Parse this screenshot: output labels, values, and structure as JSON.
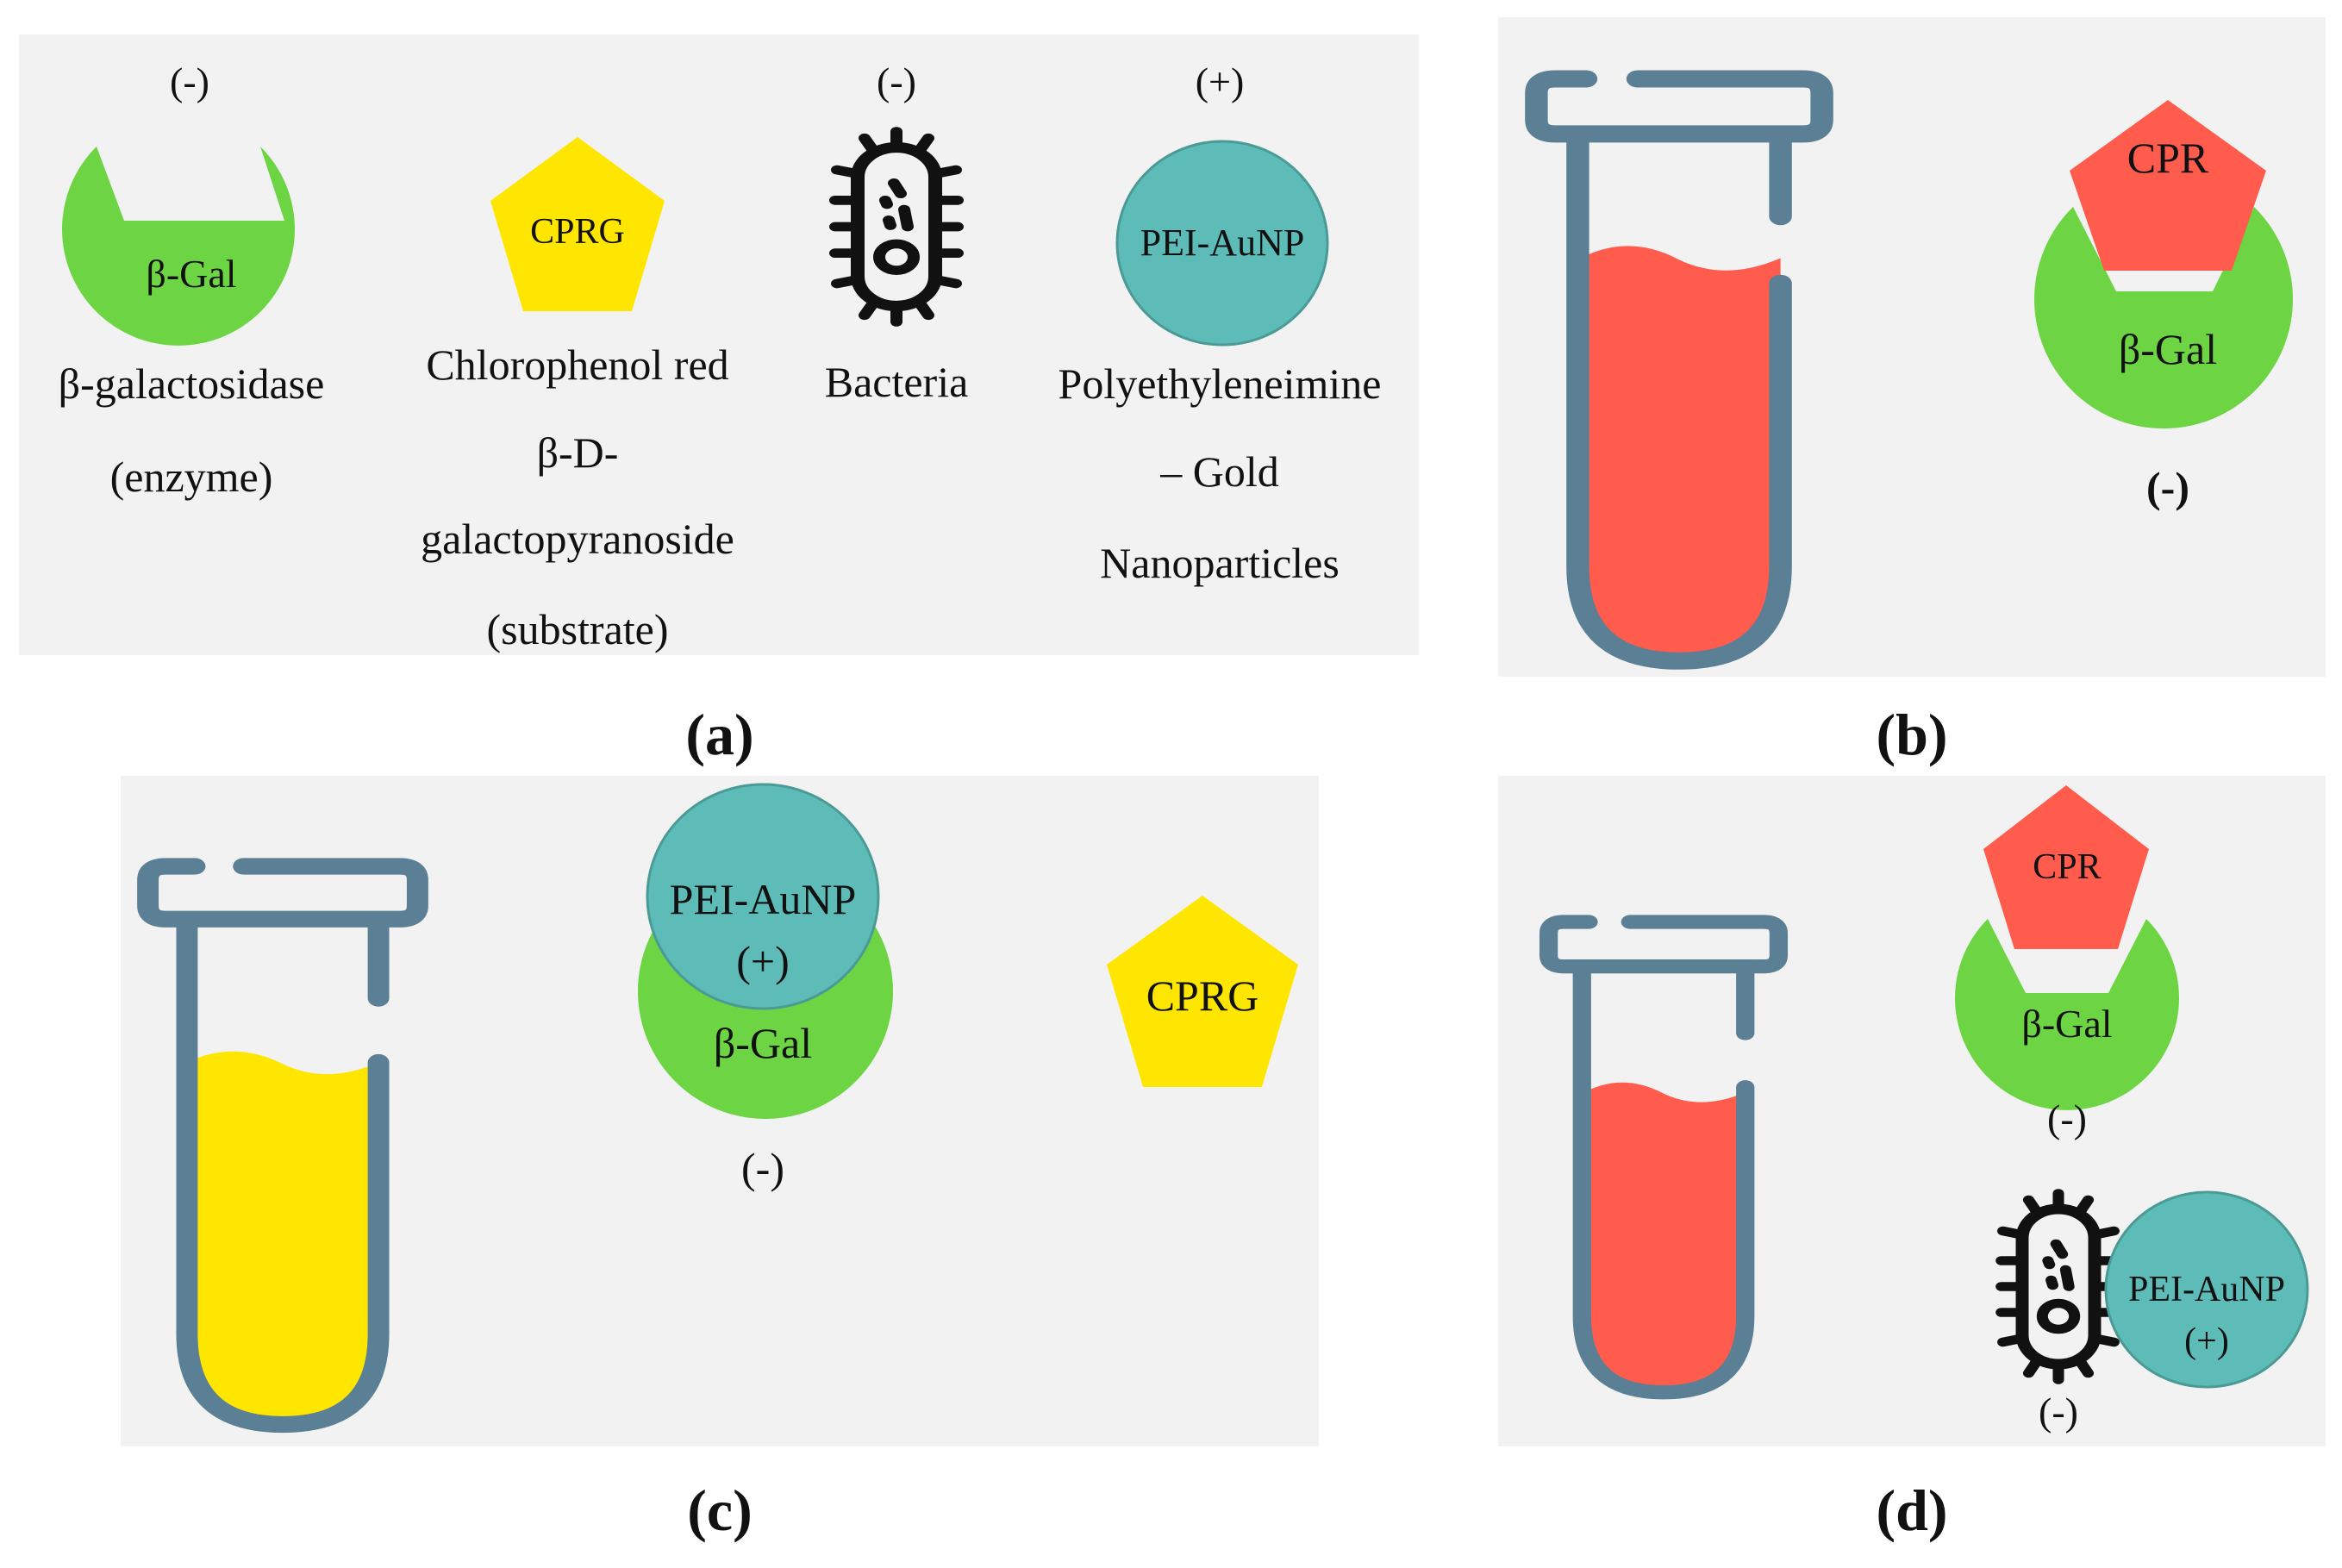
{
  "colors": {
    "panel_bg": "#f2f2f2",
    "enzyme_green": "#6dd443",
    "substrate_yellow": "#ffe600",
    "product_red": "#ff5c4d",
    "nanoparticle_teal": "#5ebcb8",
    "tube_outline": "#5b7f94",
    "bacteria_black": "#111111"
  },
  "icons": {
    "tube": "test-tube-icon",
    "bacteria": "bacteria-icon"
  },
  "panel_a": {
    "caption": "(a)",
    "enzyme": {
      "charge": "(-)",
      "shape_label": "β-Gal",
      "name_line1": "β-galactosidase",
      "name_line2": "(enzyme)"
    },
    "substrate": {
      "shape_label": "CPRG",
      "name_line1": "Chlorophenol red",
      "name_line2": "β-D-",
      "name_line3": "galactopyranoside",
      "name_line4": "(substrate)"
    },
    "bacteria": {
      "charge": "(-)",
      "name": "Bacteria"
    },
    "nanoparticle": {
      "charge": "(+)",
      "shape_label": "PEI-AuNP",
      "name_line1": "Polyethyleneimine",
      "name_line2": "– Gold",
      "name_line3": "Nanoparticles"
    }
  },
  "panel_b": {
    "caption": "(b)",
    "tube_liquid": "red",
    "product_label": "CPR",
    "enzyme_label": "β-Gal",
    "charge": "(-)"
  },
  "panel_c": {
    "caption": "(c)",
    "tube_liquid": "yellow",
    "nanoparticle_label": "PEI-AuNP",
    "nanoparticle_charge": "(+)",
    "enzyme_label": "β-Gal",
    "enzyme_charge": "(-)",
    "substrate_label": "CPRG"
  },
  "panel_d": {
    "caption": "(d)",
    "tube_liquid": "red",
    "product_label": "CPR",
    "enzyme_label": "β-Gal",
    "enzyme_charge": "(-)",
    "bacteria_charge": "(-)",
    "nanoparticle_label": "PEI-AuNP",
    "nanoparticle_charge": "(+)"
  }
}
